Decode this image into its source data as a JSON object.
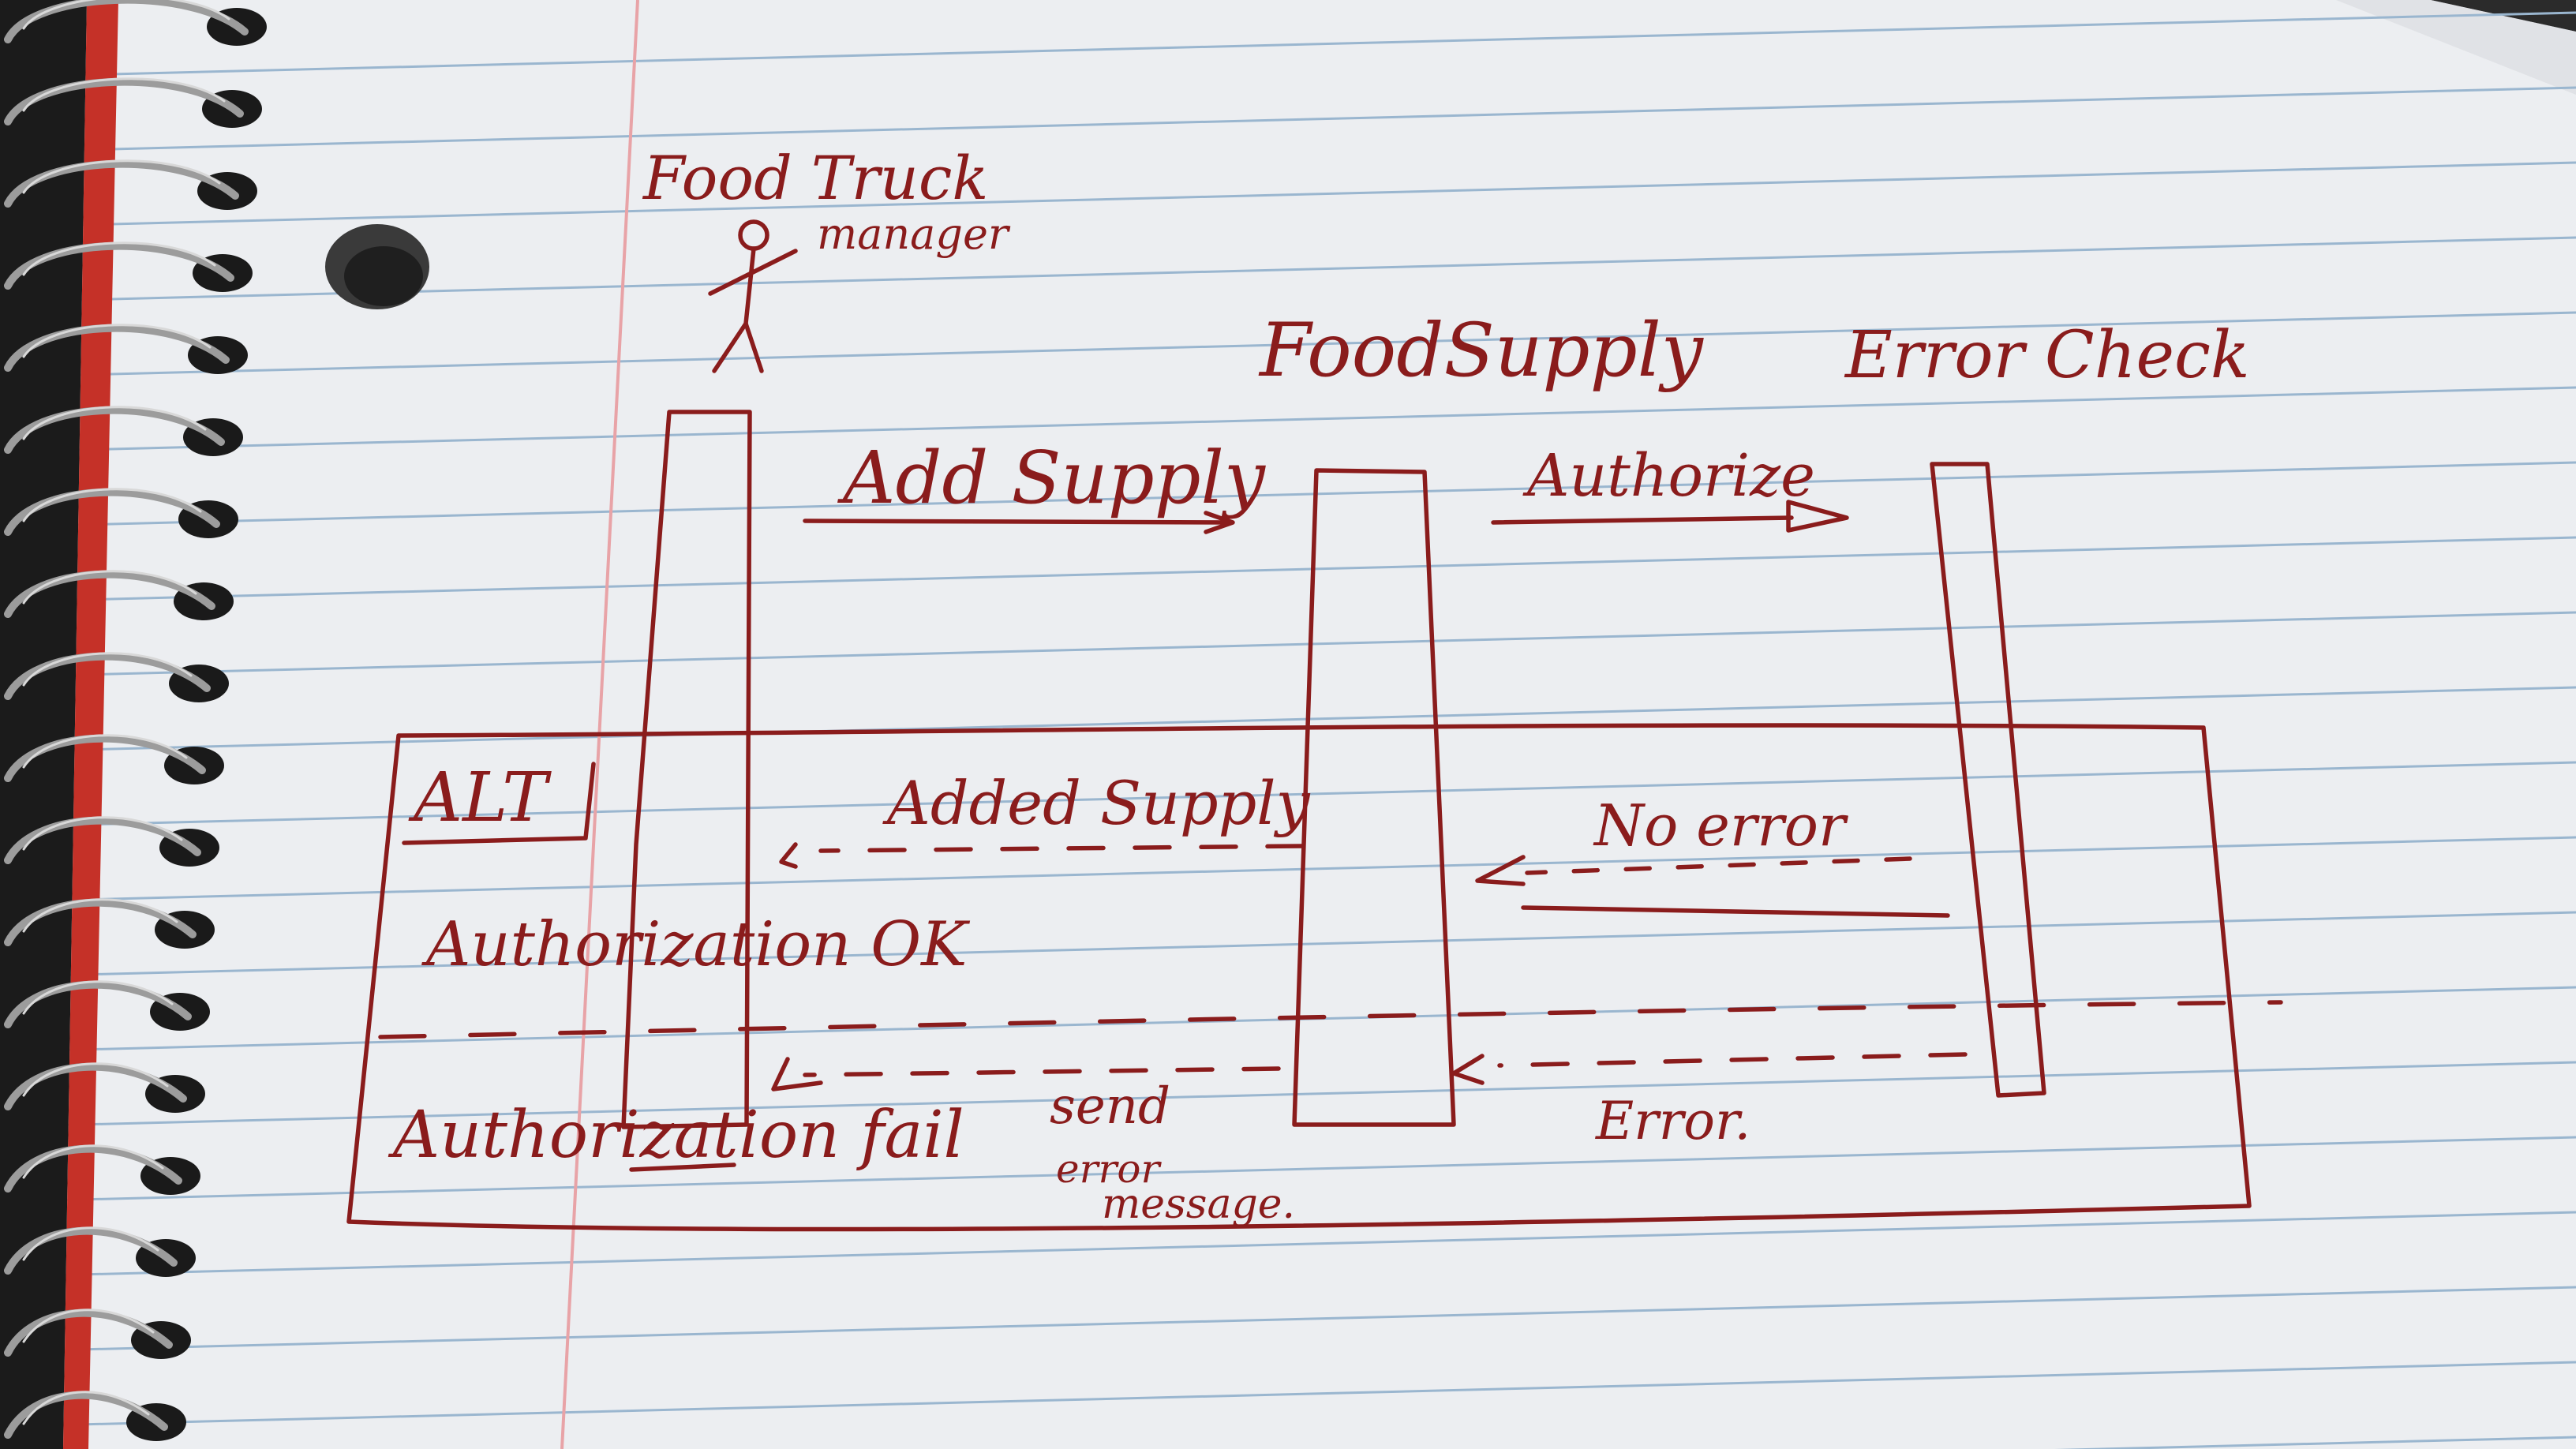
{
  "colors": {
    "ink": "#8a1c1c",
    "paper": "#ecedf0",
    "rule_line": "#9ab6cf",
    "margin_line": "#e6a2a6",
    "binding_red": "#c1312b",
    "binding_dark": "#1c1c1c",
    "spiral": "#9c9c9c",
    "background": "#2a2a2a"
  },
  "diagram": {
    "lifelines": [
      {
        "id": "manager",
        "label_line1": "Food Truck",
        "label_line2": "manager",
        "icon": "stick-figure-icon"
      },
      {
        "id": "foodsupply",
        "label": "FoodSupply"
      },
      {
        "id": "errorcheck",
        "label": "Error Check"
      }
    ],
    "messages": {
      "add_supply": "Add Supply",
      "authorize": "Authorize",
      "added_supply": "Added Supply",
      "no_error": "No error",
      "error": "Error."
    },
    "fragment": {
      "operator": "ALT",
      "guard_ok": "Authorization OK",
      "guard_fail": "Authorization fail",
      "fail_note_line1": "send",
      "fail_note_line2": "error",
      "fail_note_line3": "message."
    }
  }
}
